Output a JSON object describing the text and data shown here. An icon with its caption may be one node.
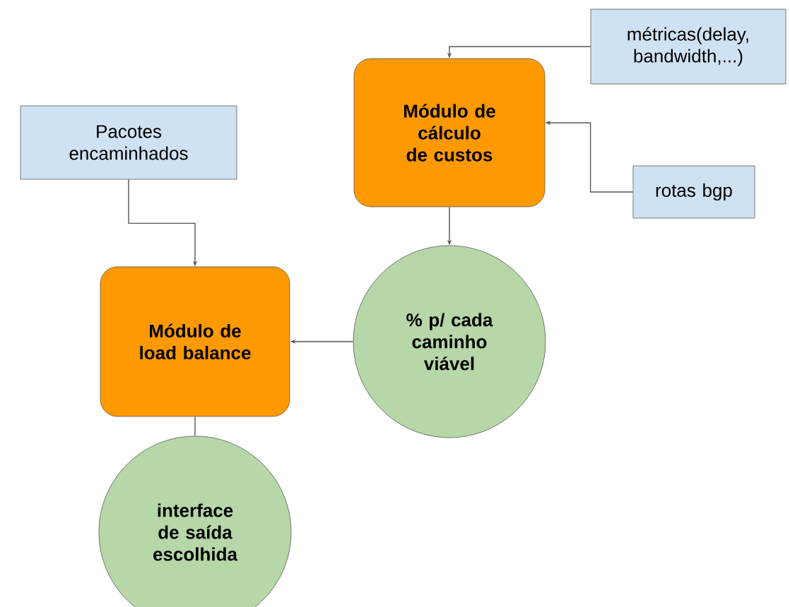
{
  "diagram": {
    "nodes": [
      {
        "text": [
          "métricas(delay, bandwidth,...)"
        ]
      },
      {
        "text": [
          "Módulo de cálculo de custos"
        ]
      },
      {
        "text": [
          "rotas bgp"
        ]
      },
      {
        "text": [
          "Pacotes encaminhados"
        ]
      },
      {
        "text": [
          "Módulo de load balance"
        ]
      },
      {
        "text": [
          "% p/ cada caminho viável"
        ]
      },
      {
        "text": [
          "interface de saída escolhida"
        ]
      }
    ],
    "edges": [
      {
        "from": 0,
        "to": 1,
        "arrow": "to"
      },
      {
        "from": 2,
        "to": 1,
        "arrow": "to"
      },
      {
        "from": 1,
        "to": 5,
        "arrow": "to"
      },
      {
        "from": 3,
        "to": 4,
        "arrow": "to"
      },
      {
        "from": 5,
        "to": 4,
        "arrow": "to"
      },
      {
        "from": 4,
        "to": 6,
        "arrow": "none"
      }
    ]
  }
}
